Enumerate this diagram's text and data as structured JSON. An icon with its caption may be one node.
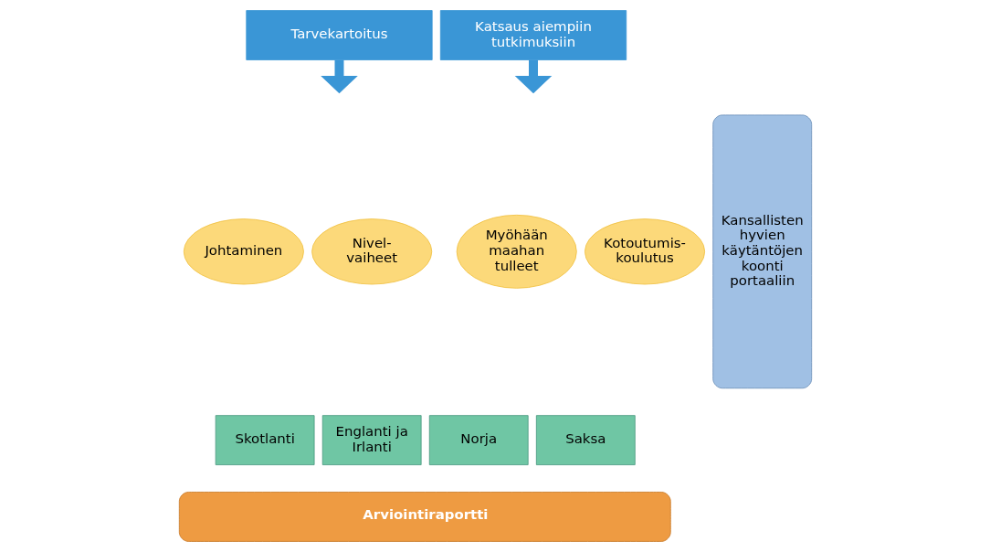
{
  "diagram": {
    "nodes": [
      {
        "text": [
          "Tarvekartoitus"
        ]
      },
      {
        "text": [
          "Katsaus aiempiin tutkimuksiin"
        ]
      },
      {
        "text": [
          "Johtaminen"
        ]
      },
      {
        "text": [
          "Nivel-vaiheet"
        ]
      },
      {
        "text": [
          "Myöhään maahan tulleet"
        ]
      },
      {
        "text": [
          "Kotoutumis-koulutus"
        ]
      },
      {
        "text": [
          "Skotlanti"
        ]
      },
      {
        "text": [
          "Englanti ja Irlanti"
        ]
      },
      {
        "text": [
          "Norja"
        ]
      },
      {
        "text": [
          "Saksa"
        ]
      },
      {
        "text": [
          "Arviointiraportti"
        ]
      },
      {
        "text": [
          "Kansallisten hyvien käytäntöjen koonti portaaliin"
        ]
      }
    ],
    "edges": [
      {
        "from": 0,
        "to": null,
        "arrow": "to"
      },
      {
        "from": 1,
        "to": null,
        "arrow": "to"
      }
    ]
  }
}
